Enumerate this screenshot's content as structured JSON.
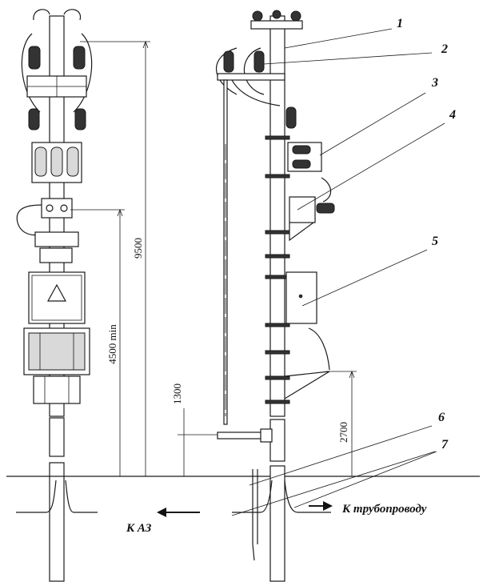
{
  "callouts": [
    "1",
    "2",
    "3",
    "4",
    "5",
    "6",
    "7"
  ],
  "dimensions": {
    "d9500": "9500",
    "d4500": "4500 min",
    "d1300": "1300",
    "d2700": "2700"
  },
  "captions": {
    "to_az": "К АЗ",
    "to_pipeline": "К трубопроводу"
  }
}
